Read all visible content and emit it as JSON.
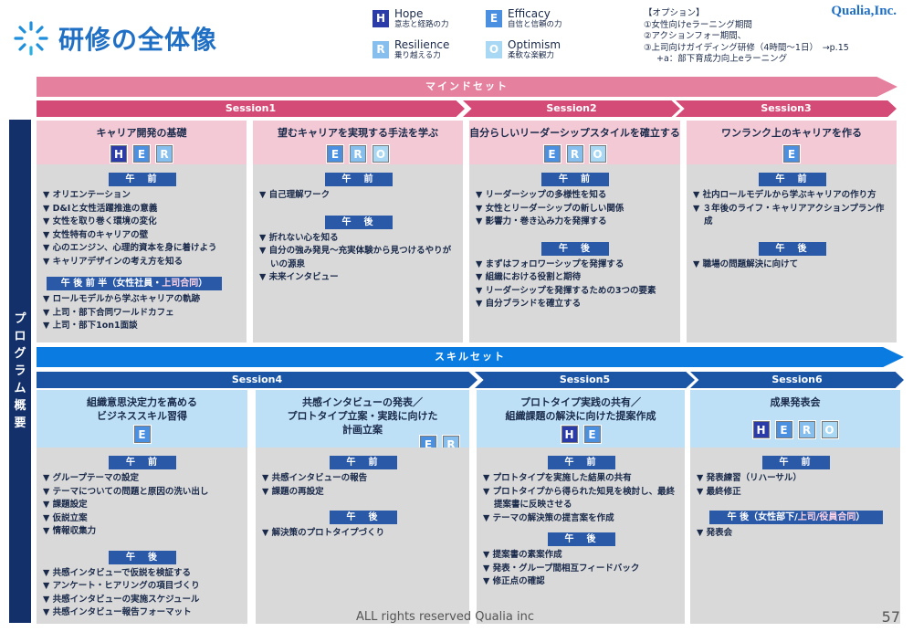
{
  "header": {
    "title": "研修の全体像",
    "brand": "Qualia,Inc."
  },
  "legend": [
    {
      "letter": "H",
      "en": "Hope",
      "jp": "意志と経路の力",
      "color": "#2b3ba8"
    },
    {
      "letter": "E",
      "en": "Efficacy",
      "jp": "自信と信頼の力",
      "color": "#4a8fe0"
    },
    {
      "letter": "R",
      "en": "Resilience",
      "jp": "乗り越える力",
      "color": "#86bfee"
    },
    {
      "letter": "O",
      "en": "Optimism",
      "jp": "柔軟な楽観力",
      "color": "#a9d8f5"
    }
  ],
  "options": {
    "heading": "【オプション】",
    "lines": [
      "①女性向けeラーニング期間",
      "②アクションフォー期間、",
      "③上司向けガイディング研修（4時間～1日）　→p.15",
      "+a：部下育成力向上eラーニング"
    ]
  },
  "side_label": [
    "プ",
    "ロ",
    "グ",
    "ラ",
    "ム",
    "概",
    "要"
  ],
  "mindset": {
    "band": "マインドセット",
    "sessions": [
      "Session1",
      "Session2",
      "Session3"
    ],
    "cards": [
      {
        "title": "キャリア開発の基礎",
        "tags": [
          "H",
          "E",
          "R"
        ],
        "sections": [
          {
            "label": "午　前",
            "items": [
              "オリエンテーション",
              "D&Iと女性活躍推進の意義",
              "女性を取り巻く環境の変化",
              "女性特有のキャリアの壁",
              "心のエンジン、心理的資本を身に着けよう",
              "キャリアデザインの考え方を知る"
            ]
          },
          {
            "label": "午 後 前 半（女性社員・",
            "label_sub": "上司合同",
            "label_end": "）",
            "items": [
              "ロールモデルから学ぶキャリアの軌跡",
              "上司・部下合同ワールドカフェ",
              "上司・部下1on1面談"
            ]
          }
        ]
      },
      {
        "title": "望むキャリアを実現する手法を学ぶ",
        "tags": [
          "E",
          "R",
          "O"
        ],
        "sections": [
          {
            "label": "午　前",
            "items": [
              "自己理解ワーク"
            ]
          },
          {
            "label": "午　後",
            "items": [
              "折れない心を知る",
              "自分の強み発見～充実体験から見つけるやりがいの源泉",
              "未来インタビュー"
            ]
          }
        ]
      },
      {
        "title": "自分らしいリーダーシップスタイルを確立する",
        "tags": [
          "E",
          "R",
          "O"
        ],
        "sections": [
          {
            "label": "午　前",
            "items": [
              "リーダーシップの多様性を知る",
              "女性とリーダーシップの新しい関係",
              "影響力・巻き込み力を発揮する"
            ]
          },
          {
            "label": "午　後",
            "items": [
              "まずはフォロワーシップを発揮する",
              "組織における役割と期待",
              "リーダーシップを発揮するための3つの要素",
              "自分ブランドを確立する"
            ]
          }
        ]
      },
      {
        "title": "ワンランク上のキャリアを作る",
        "tags": [
          "E"
        ],
        "sections": [
          {
            "label": "午　前",
            "items": [
              "社内ロールモデルから学ぶキャリアの作り方",
              "３年後のライフ・キャリアアクションプラン作成"
            ]
          },
          {
            "label": "午　後",
            "items": [
              "職場の問題解決に向けて"
            ]
          }
        ]
      }
    ]
  },
  "skillset": {
    "band": "スキルセット",
    "sessions": [
      "Session4",
      "Session5",
      "Session6"
    ],
    "cards": [
      {
        "title": "組織意思決定力を高める\nビジネススキル習得",
        "tags": [
          "E"
        ],
        "sections": [
          {
            "label": "午　前",
            "items": [
              "グループテーマの設定",
              "テーマについての問題と原因の洗い出し",
              "課題設定",
              "仮説立案",
              "情報収集力"
            ]
          },
          {
            "label": "午　後",
            "items": [
              "共感インタビューで仮説を検証する",
              "アンケート・ヒアリングの項目づくり",
              "共感インタビューの実施スケジュール",
              "共感インタビュー報告フォーマット"
            ]
          }
        ]
      },
      {
        "title": "共感インタビューの発表／\nプロトタイプ立案・実践に向けた\n計画立案",
        "tags": [
          "E",
          "R"
        ],
        "sections": [
          {
            "label": "午　前",
            "items": [
              "共感インタビューの報告",
              "課題の再設定"
            ]
          },
          {
            "label": "午　後",
            "items": [
              "解決策のプロトタイプづくり"
            ]
          }
        ]
      },
      {
        "title": "プロトタイプ実践の共有／\n組織課題の解決に向けた提案作成",
        "tags": [
          "H",
          "E"
        ],
        "sections": [
          {
            "label": "午　前",
            "items": [
              "プロトタイプを実施した結果の共有",
              "プロトタイプから得られた知見を検討し、最終提案書に反映させる",
              "テーマの解決策の提言案を作成"
            ]
          },
          {
            "label": "午　後",
            "items": [
              "提案書の素案作成",
              "発表・グループ間相互フィードバック",
              "修正点の確認"
            ]
          }
        ]
      },
      {
        "title": "成果発表会",
        "tags": [
          "H",
          "E",
          "R",
          "O"
        ],
        "sections": [
          {
            "label": "午　前",
            "items": [
              "発表練習（リハーサル）",
              "最終修正"
            ]
          },
          {
            "label": "午 後（女性部下/",
            "label_sub": "上司/役員合同",
            "label_end": "）",
            "items": [
              "発表会"
            ]
          }
        ]
      }
    ]
  },
  "footer": "ALL rights reserved Qualia inc",
  "page_number": "57"
}
